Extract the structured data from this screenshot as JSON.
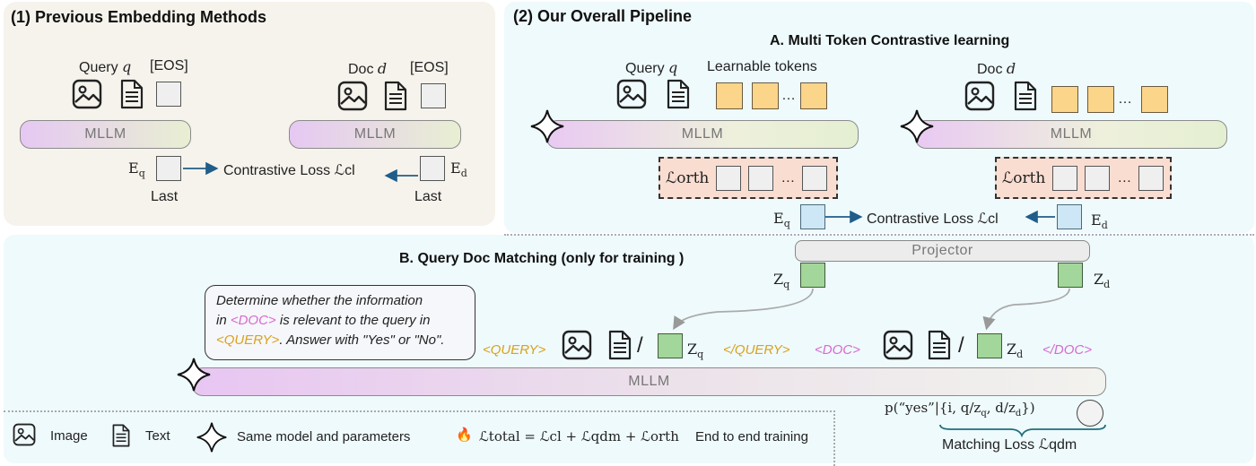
{
  "panels": {
    "previous_title": "(1) Previous Embedding Methods",
    "pipeline_title": "(2) Our Overall Pipeline",
    "section_a_title": "A. Multi Token Contrastive learning",
    "section_b_title": "B. Query Doc Matching  (only for training )"
  },
  "previous": {
    "query_label": "Query",
    "query_var": "q",
    "doc_label": "Doc",
    "doc_var": "d",
    "eos": "[EOS]",
    "mllm": "MLLM",
    "eq_main": "E",
    "eq_sub": "q",
    "ed_main": "E",
    "ed_sub": "d",
    "last": "Last",
    "contrastive": "Contrastive Loss ℒcl"
  },
  "multi_token": {
    "query_label": "Query",
    "query_var": "q",
    "learnable": "Learnable tokens",
    "doc_label": "Doc",
    "doc_var": "d",
    "mllm": "MLLM",
    "ellipsis": "…",
    "orth": "ℒorth",
    "eq_main": "E",
    "eq_sub": "q",
    "ed_main": "E",
    "ed_sub": "d",
    "contrastive": "Contrastive Loss ℒcl"
  },
  "qdm": {
    "projector": "Projector",
    "zq_main": "Z",
    "zq_sub": "q",
    "zd_main": "Z",
    "zd_sub": "d",
    "prompt_line1": "Determine whether the information",
    "prompt_line2_a": "in ",
    "prompt_doc_tag": "<DOC>",
    "prompt_line2_b": " is relevant to the query in",
    "prompt_query_tag": "<QUERY>",
    "prompt_line3_b": ". Answer with \"Yes\" or \"No\".",
    "query_open": "<QUERY>",
    "query_close": "</QUERY>",
    "doc_open": "<DOC>",
    "doc_close": "</DOC>",
    "slash": "/",
    "mllm": "MLLM",
    "prob_prefix": "p(“yes”|{i, q/z",
    "prob_sub1": "q",
    "prob_mid": ", d/z",
    "prob_sub2": "d",
    "prob_suffix": "})",
    "matching_loss": "Matching Loss ℒqdm"
  },
  "legend": {
    "image": "Image",
    "text": "Text",
    "same_model": "Same model and parameters",
    "fire": "🔥",
    "total": "ℒtotal = ℒcl +  ℒqdm + ℒorth",
    "end_to_end": "End to end training"
  },
  "colors": {
    "query_tag": "#d9a21b",
    "doc_tag": "#d86ad0",
    "arrow": "#1f5d8a",
    "learnable_token": "#fbd589",
    "embedding_token": "#cde7f6",
    "projected_token": "#a3d69a",
    "orth_box": "#f9ddd1"
  }
}
